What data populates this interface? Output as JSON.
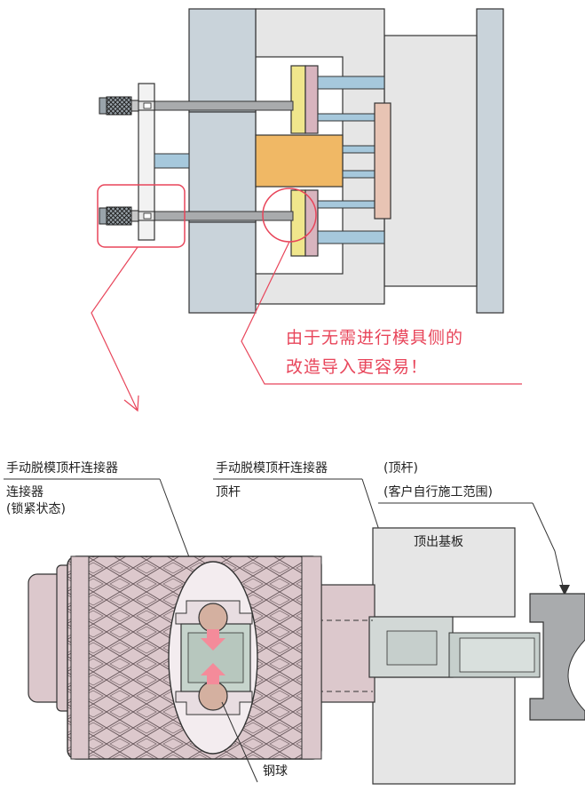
{
  "callout": {
    "line1": "由于无需进行模具侧的",
    "line2": "改造导入更容易！"
  },
  "labels": {
    "connector_title_left": "手动脱模顶杆连接器",
    "connector_sub_left_1": "连接器",
    "connector_sub_left_2": "(锁紧状态)",
    "connector_title_mid": "手动脱模顶杆连接器",
    "connector_sub_mid": "顶杆",
    "ejector_pin_1": "(顶杆)",
    "ejector_pin_2": "(客户自行施工范围)",
    "ejector_plate": "顶出基板",
    "steel_ball": "钢球"
  },
  "colors": {
    "accent": "#e8455a",
    "mold_gray": "#c9d3da",
    "light_gray": "#e6e6e6",
    "orange": "#f0b865",
    "yellow": "#f0e68c",
    "pink_plate": "#d8b4be",
    "rod_blue": "#a6c8dc",
    "peach_plate": "#e8c4b4",
    "connector_pink": "#dcc8cc"
  }
}
